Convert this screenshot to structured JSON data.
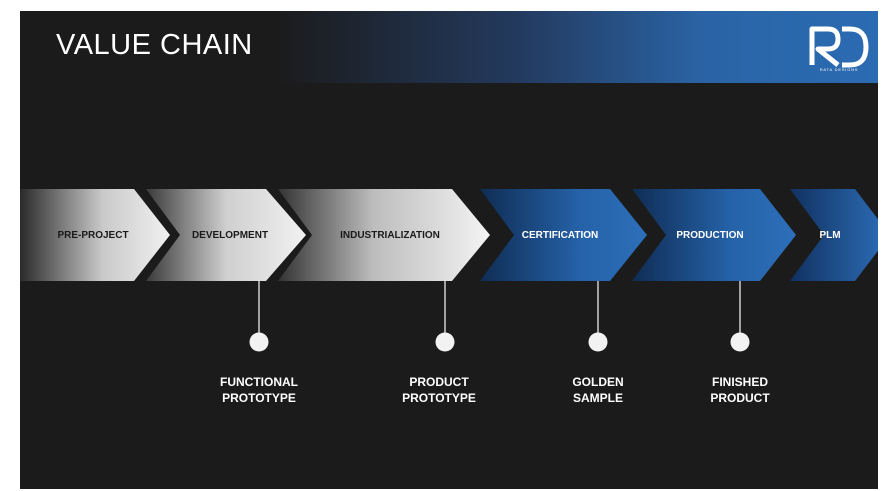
{
  "slide": {
    "title": "VALUE CHAIN",
    "logo": {
      "monogram": "RD",
      "caption": "RATA DESIGNS"
    }
  },
  "chain": {
    "stages": [
      {
        "label": "PRE-PROJECT",
        "fill": "silver"
      },
      {
        "label": "DEVELOPMENT",
        "fill": "silver"
      },
      {
        "label": "INDUSTRIALIZATION",
        "fill": "silver"
      },
      {
        "label": "CERTIFICATION",
        "fill": "blue"
      },
      {
        "label": "PRODUCTION",
        "fill": "blue"
      },
      {
        "label": "PLM",
        "fill": "blue"
      }
    ],
    "milestones": [
      {
        "line1": "FUNCTIONAL",
        "line2": "PROTOTYPE"
      },
      {
        "line1": "PRODUCT",
        "line2": "PROTOTYPE"
      },
      {
        "line1": "GOLDEN",
        "line2": "SAMPLE"
      },
      {
        "line1": "FINISHED",
        "line2": "PRODUCT"
      }
    ]
  },
  "colors": {
    "background": "#1b1b1c",
    "accent_blue": "#2b6bb2",
    "silver": "#e6e6e6",
    "text_dark": "#1a1a1a",
    "text_light": "#ffffff"
  }
}
